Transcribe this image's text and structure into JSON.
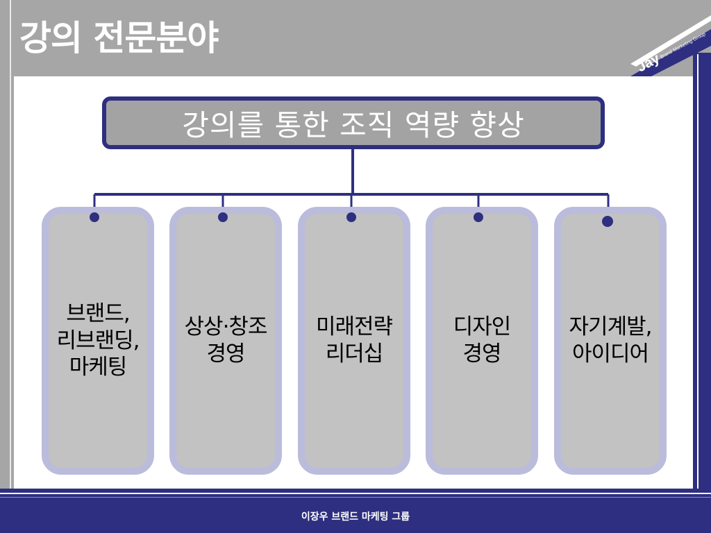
{
  "title": "강의 전문분야",
  "logo": {
    "mark": "Jay",
    "tagline": "Brand Marketing Group"
  },
  "root_label": "강의를 통한 조직 역량 향상",
  "pillars": [
    {
      "label": "브랜드,\n리브랜딩,\n마케팅"
    },
    {
      "label": "상상·창조\n경영"
    },
    {
      "label": "미래전략\n리더십"
    },
    {
      "label": "디자인\n경영"
    },
    {
      "label": "자기계발,\n아이디어"
    }
  ],
  "footer": "이장우 브랜드 마케팅 그룹",
  "colors": {
    "navy": "#2e2f80",
    "slide_gray": "#a6a6a6",
    "pillar_border": "#bbbbdb",
    "pillar_fill": "#c2c2c2"
  }
}
